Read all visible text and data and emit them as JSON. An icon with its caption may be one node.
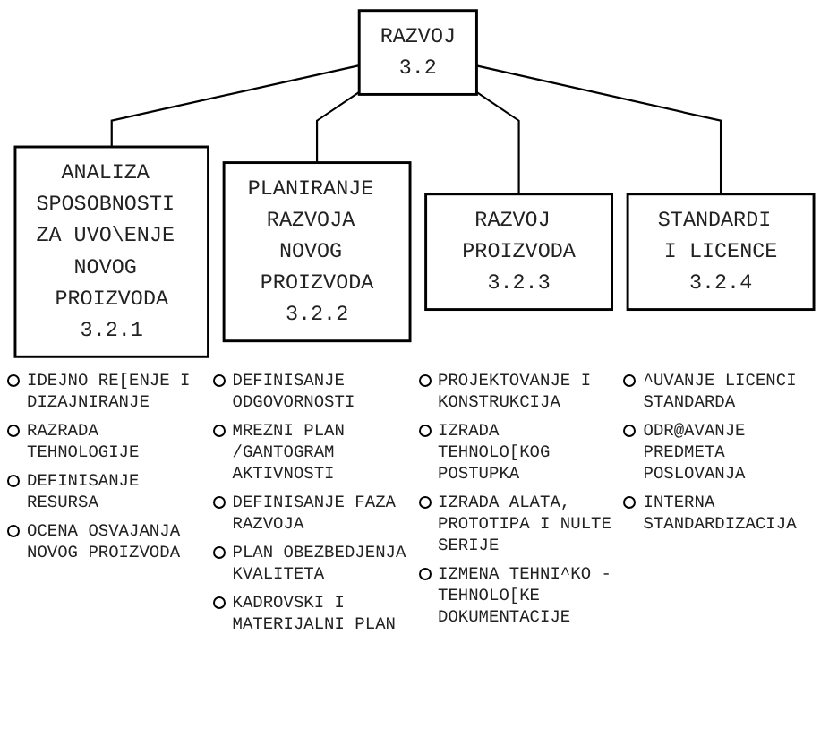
{
  "diagram": {
    "nodes": [
      {
        "text": [
          "RAZVOJ",
          "3.2"
        ]
      },
      {
        "text": [
          "ANALIZA SPOSOBNOSTI ZA UVO\\ENJE NOVOG PROIZVODA",
          "3.2.1"
        ],
        "beside": [
          "IDEJNO RE[ENJE I DIZAJNIRANJE",
          "RAZRADA TEHNOLOGIJE",
          "DEFINISANJE RESURSA",
          "OCENA OSVAJANJA NOVOG PROIZVODA"
        ]
      },
      {
        "text": [
          "PLANIRANJE RAZVOJA NOVOG PROIZVODA",
          "3.2.2"
        ],
        "beside": [
          "DEFINISANJE ODGOVORNOSTI",
          "MREZNI PLAN /GANTOGRAM AKTIVNOSTI",
          "DEFINISANJE FAZA RAZVOJA",
          "PLAN OBEZBEDJENJA KVALITETA",
          "KADROVSKI I MATERIJALNI PLAN"
        ]
      },
      {
        "text": [
          "RAZVOJ PROIZVODA",
          "3.2.3"
        ],
        "beside": [
          "PROJEKTOVANJE I KONSTRUKCIJA",
          "IZRADA TEHNOLO[KOG POSTUPKA",
          "IZRADA ALATA, PROTOTIPA I NULTE SERIJE",
          "IZMENA TEHNI^KO -TEHNOLO[KE DOKUMENTACIJE"
        ]
      },
      {
        "text": [
          "STANDARDI I LICENCE",
          "3.2.4"
        ],
        "beside": [
          "^UVANJE LICENCI STANDARDA",
          "ODR@AVANJE PREDMETA POSLOVANJA",
          "INTERNA STANDARDIZACIJA"
        ]
      }
    ],
    "edges": [
      {
        "from": 0,
        "to": 1,
        "arrow": "none"
      },
      {
        "from": 0,
        "to": 2,
        "arrow": "none"
      },
      {
        "from": 0,
        "to": 3,
        "arrow": "none"
      },
      {
        "from": 0,
        "to": 4,
        "arrow": "none"
      }
    ]
  }
}
